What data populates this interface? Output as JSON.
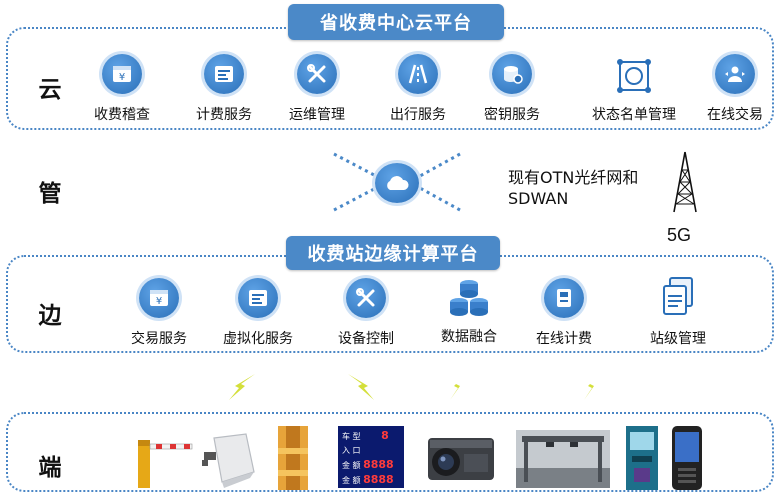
{
  "layers": {
    "cloud": "云",
    "pipe": "管",
    "edge": "边",
    "terminal": "端"
  },
  "cloud_platform": {
    "title": "省收费中心云平台",
    "items": [
      {
        "label": "收费稽查",
        "icon": "yen-card-icon"
      },
      {
        "label": "计费服务",
        "icon": "billing-document-icon"
      },
      {
        "label": "运维管理",
        "icon": "wrench-screwdriver-icon"
      },
      {
        "label": "出行服务",
        "icon": "road-icon"
      },
      {
        "label": "密钥服务",
        "icon": "key-database-icon"
      },
      {
        "label": "状态名单管理",
        "icon": "list-target-icon"
      },
      {
        "label": "在线交易",
        "icon": "transaction-icon"
      }
    ]
  },
  "network": {
    "text_line1": "现有OTN光纤网和",
    "text_line2": "SDWAN",
    "tower_label": "5G",
    "cloud_icon": "cloud-icon",
    "tower_icon": "signal-tower-icon"
  },
  "edge_platform": {
    "title": "收费站边缘计算平台",
    "items": [
      {
        "label": "交易服务",
        "icon": "yen-card-icon"
      },
      {
        "label": "虚拟化服务",
        "icon": "virtualization-icon"
      },
      {
        "label": "设备控制",
        "icon": "wrench-screwdriver-icon"
      },
      {
        "label": "数据融合",
        "icon": "database-stack-icon"
      },
      {
        "label": "在线计费",
        "icon": "billing-terminal-icon"
      },
      {
        "label": "站级管理",
        "icon": "document-stack-icon"
      }
    ]
  },
  "terminal_devices": {
    "items": [
      {
        "name": "barrier-gate-icon"
      },
      {
        "name": "rsu-antenna-icon"
      },
      {
        "name": "lane-light-icon"
      },
      {
        "name": "toll-display-board",
        "texts": [
          "车 型",
          "入 口",
          "金 额",
          "金 额"
        ],
        "digits": [
          "8",
          "8888",
          "8888"
        ]
      },
      {
        "name": "camera-icon"
      },
      {
        "name": "gantry-icon"
      },
      {
        "name": "kiosk-icon"
      },
      {
        "name": "handheld-terminal-icon"
      }
    ]
  },
  "colors": {
    "accent": "#4b89c8",
    "icon": "#2a6fb8",
    "border": "#4a86c5",
    "bolt": "#d4df3a"
  }
}
